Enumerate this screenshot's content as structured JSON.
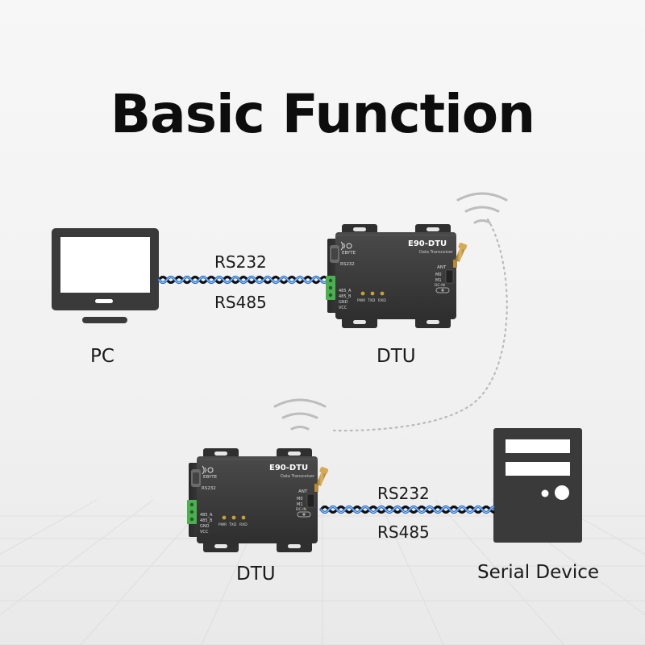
{
  "title": "Basic Function",
  "nodes": {
    "pc": {
      "label": "PC"
    },
    "dtu_top": {
      "label": "DTU"
    },
    "dtu_bottom": {
      "label": "DTU"
    },
    "serial_device": {
      "label": "Serial Device"
    }
  },
  "links": {
    "top": {
      "label_a": "RS232",
      "label_b": "RS485"
    },
    "bottom": {
      "label_a": "RS232",
      "label_b": "RS485"
    }
  },
  "device": {
    "brand": "EBYTE",
    "model": "E90-DTU",
    "subtitle": "Data Transceiver",
    "port_rs232": "RS232",
    "port_485a": "485_A",
    "port_485b": "485_B",
    "port_gnd": "GND",
    "port_vcc": "VCC",
    "led_pwr": "PWR",
    "led_txd": "TXD",
    "led_rxd": "RXD",
    "ant": "ANT",
    "m0": "M0",
    "m1": "M1",
    "dcin": "DC-IN"
  },
  "colors": {
    "device_body": "#3c3c3c",
    "cable_blue": "#1a64c8",
    "cable_light": "#9cc6ee",
    "cable_black": "#111111",
    "terminal_green": "#4caf50",
    "antenna_gold": "#c99a3c"
  }
}
